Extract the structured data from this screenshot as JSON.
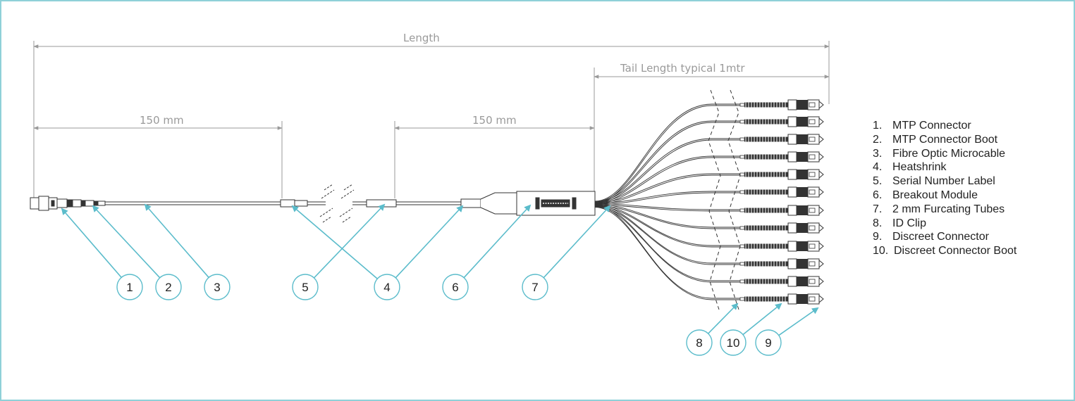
{
  "dimensions": {
    "length": "Length",
    "tail_length": "Tail Length typical 1mtr",
    "left_150": "150 mm",
    "right_150": "150 mm"
  },
  "callouts": [
    "1",
    "2",
    "3",
    "5",
    "4",
    "6",
    "7",
    "8",
    "10",
    "9"
  ],
  "legend": [
    {
      "num": "1.",
      "label": "MTP Connector"
    },
    {
      "num": "2.",
      "label": "MTP Connector Boot"
    },
    {
      "num": "3.",
      "label": "Fibre Optic Microcable"
    },
    {
      "num": "4.",
      "label": "Heatshrink"
    },
    {
      "num": "5.",
      "label": "Serial Number Label"
    },
    {
      "num": "6.",
      "label": "Breakout Module"
    },
    {
      "num": "7.",
      "label": "2 mm Furcating Tubes"
    },
    {
      "num": "8.",
      "label": "ID Clip"
    },
    {
      "num": "9.",
      "label": "Discreet Connector"
    },
    {
      "num": "10.",
      "label": "Discreet Connector Boot"
    }
  ],
  "colors": {
    "frame": "#8fd0d8",
    "callout": "#5bbccb",
    "dim": "#9a9a9a",
    "line": "#444444"
  }
}
